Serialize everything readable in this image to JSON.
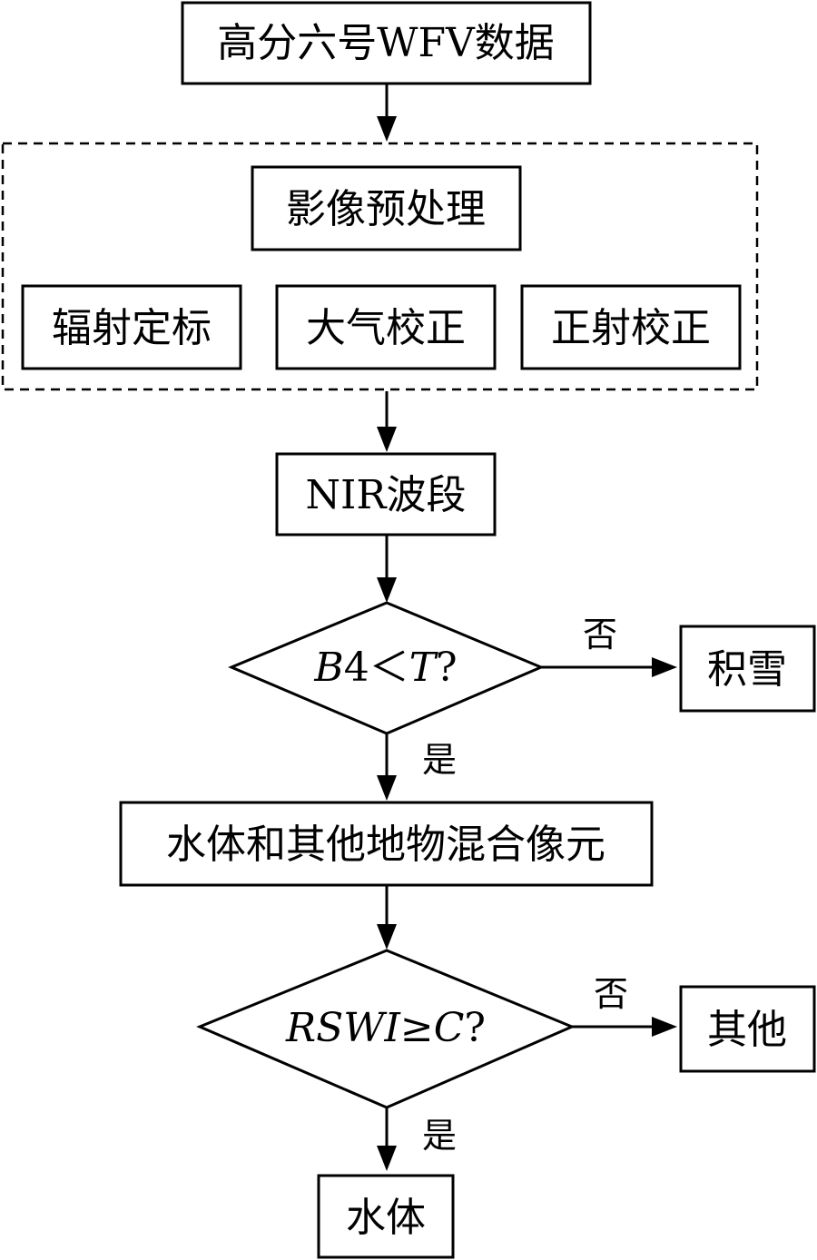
{
  "flowchart": {
    "start": "高分六号WFV数据",
    "preprocess": {
      "title": "影像预处理",
      "steps": [
        "辐射定标",
        "大气校正",
        "正射校正"
      ]
    },
    "band": "NIR波段",
    "decision1": {
      "italic_a": "B",
      "mid": "4＜",
      "italic_b": "T",
      "end": "?"
    },
    "decision1_no_label": "否",
    "decision1_no_result": "积雪",
    "decision1_yes_label": "是",
    "mixed": "水体和其他地物混合像元",
    "decision2": {
      "italic_a": "RSWI",
      "mid": "≥",
      "italic_b": "C",
      "end": "?"
    },
    "decision2_no_label": "否",
    "decision2_no_result": "其他",
    "decision2_yes_label": "是",
    "final": "水体"
  }
}
